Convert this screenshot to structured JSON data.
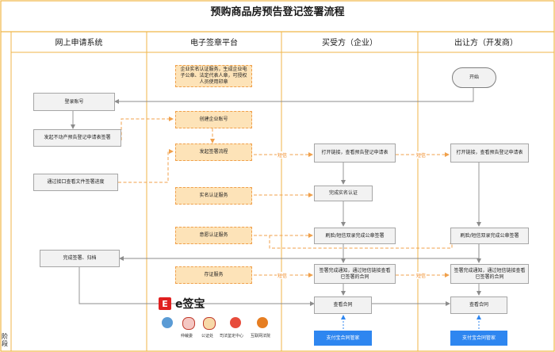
{
  "title": "预购商品房预告登记签署流程",
  "stage_label": "阶段",
  "lanes": [
    "网上申请系统",
    "电子签章平台",
    "买受方（企业）",
    "出让方（开发商）"
  ],
  "nodes": {
    "platform_notice": "企业实名认证服务，生成企业电子公章、法定代表人章，可授权人员使用印章",
    "start": "开始",
    "login": "登录账号",
    "create_account": "创建企业账号",
    "init_apply": "发起不动产预告登记申请表签署",
    "start_sign": "发起签署流程",
    "buyer_open": "打开链接，查看预告登记申请表",
    "seller_open": "打开链接，查看预告登记申请表",
    "query_progress": "通过接口查看文件签署进度",
    "real_name_service": "实名认证服务",
    "buyer_real_name": "完成实名认证",
    "will_service": "意愿认证服务",
    "buyer_sign": "刷脸/短信双录完成公章签署",
    "seller_sign": "刷脸/短信双录完成公章签署",
    "finish_archive": "完成签署、归档",
    "deposit_service": "存证服务",
    "buyer_notice": "签署完成通知，通过短信链接查看已签署的合同",
    "seller_notice": "签署完成通知，通过短信链接查看已签署的合同",
    "buyer_view": "查看合同",
    "seller_view": "查看合同",
    "buyer_alipay": "支付宝合同管家",
    "seller_alipay": "支付宝合同管家"
  },
  "sms_label": "短信",
  "logo": {
    "mark": "E",
    "text": "e签宝"
  },
  "partners": [
    "仲裁委",
    "公证处",
    "司法鉴定中心",
    "互联网法院"
  ],
  "colors": {
    "gray_fill": "#f2f2f2",
    "orange_fill": "#fde3b8",
    "orange_line": "#f0a04b",
    "blue": "#2e86f0",
    "lane_border": "#f0b648",
    "logo_red": "#e02020"
  }
}
